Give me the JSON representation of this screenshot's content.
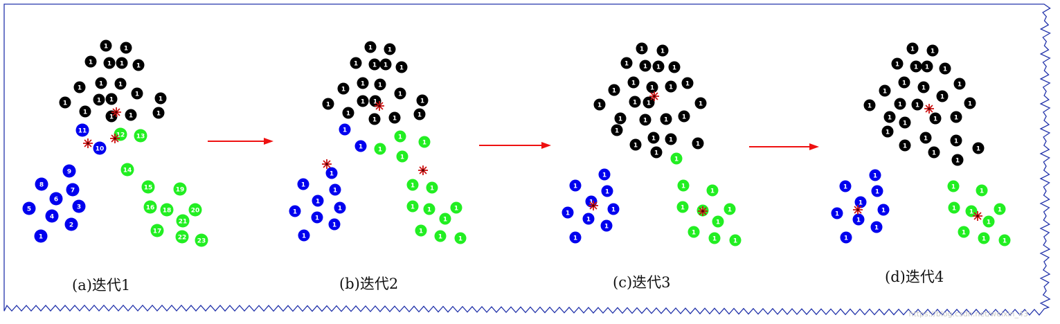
{
  "colors": {
    "black_cluster": "#000000",
    "blue_cluster": "#0000ee",
    "green_cluster": "#22ee22",
    "centroid": "#cc1111",
    "arrow": "#ee1111",
    "border": "#2233aa"
  },
  "panels": [
    {
      "caption": "(a)迭代1",
      "black_labels": [
        "1"
      ],
      "blue_labels": [
        "1",
        "2",
        "3",
        "4",
        "5",
        "6",
        "7",
        "8",
        "9",
        "10",
        "11"
      ],
      "green_labels": [
        "12",
        "13",
        "14",
        "15",
        "16",
        "17",
        "18",
        "19",
        "20",
        "21",
        "22",
        "23"
      ]
    },
    {
      "caption": "(b)迭代2",
      "label": "1"
    },
    {
      "caption": "(c)迭代3",
      "label": "1"
    },
    {
      "caption": "(d)迭代4",
      "label": "1"
    }
  ],
  "watermark": "https://blog.csdn.net/weixin_43"
}
